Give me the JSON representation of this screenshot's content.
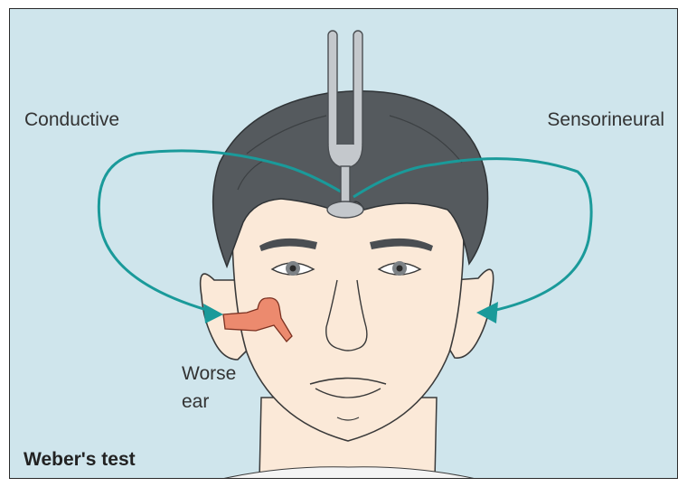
{
  "labels": {
    "conductive": "Conductive",
    "sensorineural": "Sensorineural",
    "worse": "Worse",
    "ear": "ear",
    "title": "Weber's test"
  },
  "colors": {
    "background": "#cfe5ec",
    "hair": "#555a5e",
    "skin": "#fbe9d8",
    "arrow": "#1a9a9a",
    "ear_canal": "#ec8a6e",
    "tuning_fork": "#c4c8cc"
  },
  "icons": {
    "tuning_fork": "tuning-fork-icon",
    "face": "head-illustration",
    "worse_ear": "ear-canal-icon"
  }
}
